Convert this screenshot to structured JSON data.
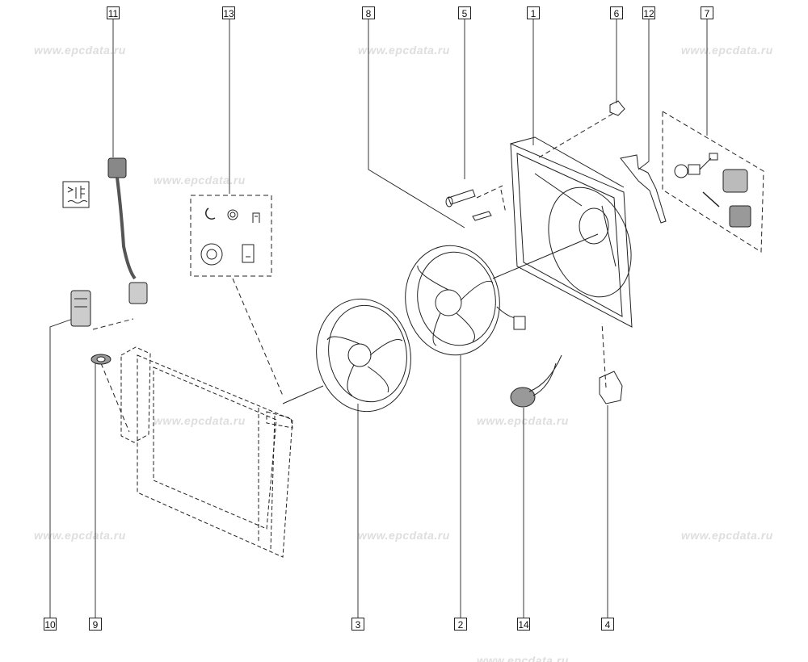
{
  "watermark": "www.epcdata.ru",
  "callouts": {
    "n1": "1",
    "n2": "2",
    "n3": "3",
    "n4": "4",
    "n5": "5",
    "n6": "6",
    "n7": "7",
    "n8": "8",
    "n9": "9",
    "n10": "10",
    "n11": "11",
    "n12": "12",
    "n13": "13",
    "n14": "14"
  },
  "icons": {
    "coolant_temp_symbol": "fan-temperature-icon"
  },
  "colors": {
    "line": "#222222",
    "watermark": "#dedede",
    "background": "#ffffff"
  }
}
